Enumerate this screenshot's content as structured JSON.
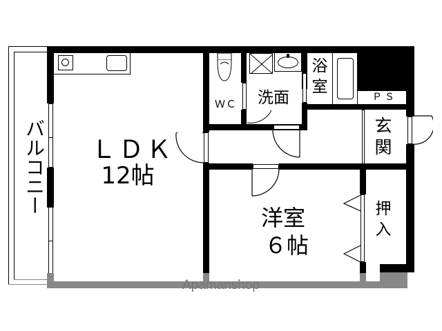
{
  "rooms": {
    "balcony": "バルコニー",
    "ldk_name": "ＬＤＫ",
    "ldk_size": "12帖",
    "wc": "ＷＣ",
    "washroom": "洗面",
    "bath_top": "浴",
    "bath_bottom": "室",
    "ps": "ＰＳ",
    "entrance_top": "玄",
    "entrance_bottom": "関",
    "western_name": "洋室",
    "western_size": "６帖",
    "closet_top": "押",
    "closet_bottom": "入"
  },
  "watermark": "Apamanshop",
  "colors": {
    "wall": "#000000",
    "outer_wall_bottom": "#888888",
    "background": "#ffffff"
  }
}
